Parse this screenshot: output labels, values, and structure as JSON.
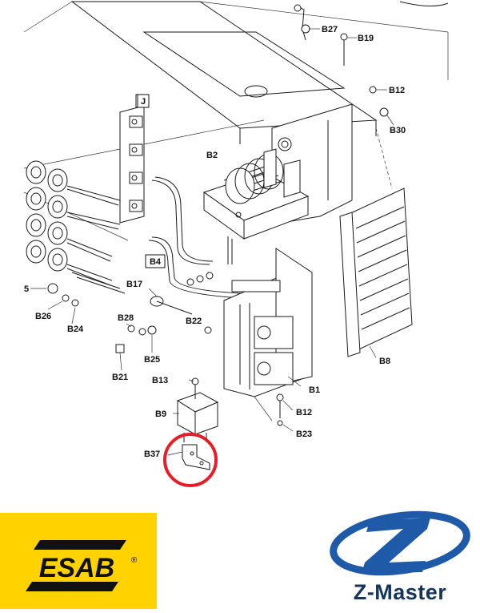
{
  "labels": {
    "J": "J",
    "B2": "B2",
    "B4": "B4",
    "B8": "B8",
    "B1": "B1",
    "B9": "B9",
    "B12_top": "B12",
    "B12_bottom": "B12",
    "B13": "B13",
    "B17": "B17",
    "B19": "B19",
    "B21": "B21",
    "B22": "B22",
    "B23": "B23",
    "B24": "B24",
    "B25": "B25",
    "B26": "B26",
    "B27": "B27",
    "B28": "B28",
    "B30": "B30",
    "B37": "B37",
    "B5_partial": "5"
  },
  "highlight": {
    "target": "B37",
    "color": "#e41e26"
  },
  "logos": {
    "esab": {
      "text": "ESAB",
      "mark": "®",
      "background": "#ffd200",
      "color": "#111111"
    },
    "zmaster": {
      "text": "Z-Master",
      "color": "#14345a",
      "accent": "#1e5aa8"
    }
  }
}
